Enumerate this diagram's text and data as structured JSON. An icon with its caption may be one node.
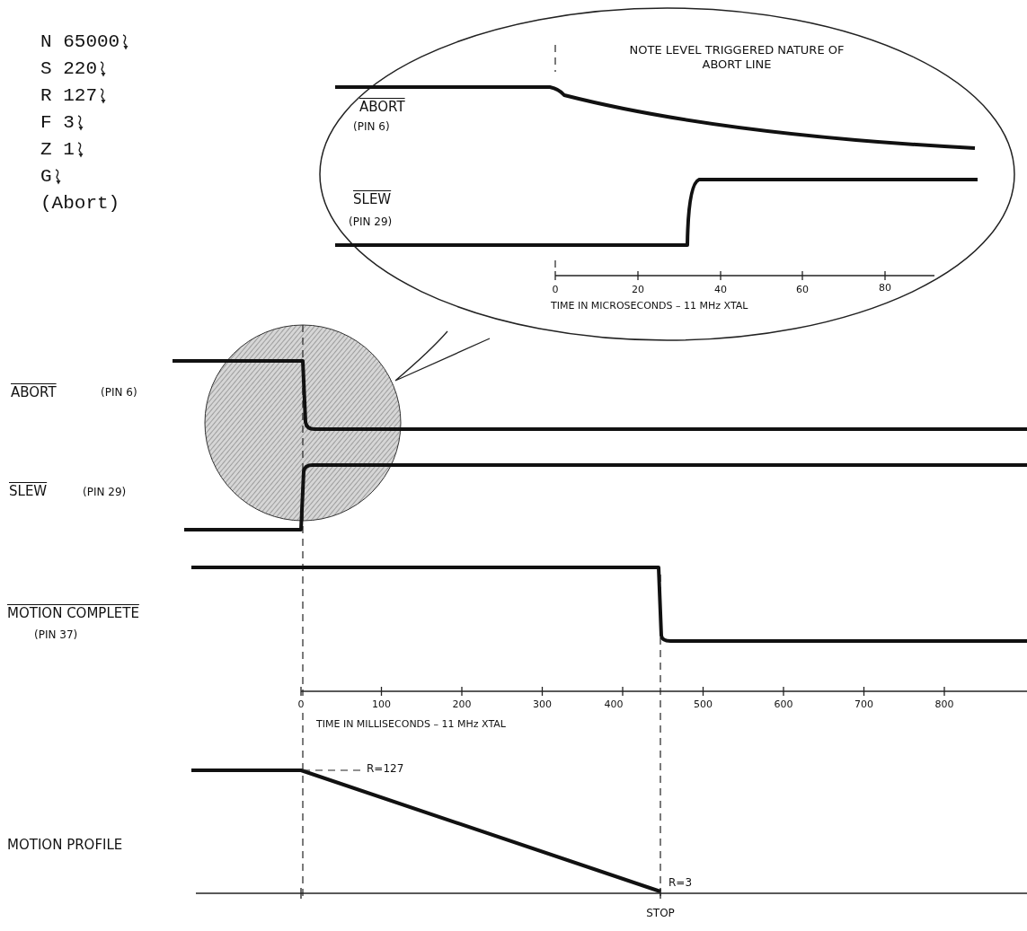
{
  "diagram": {
    "nodes": [
      {
        "text": [
          "NOTE LEVEL TRIGGERED NATURE OF ABORT LINE",
          "ABORT",
          "(PIN 6)",
          "SLEW",
          "(PIN 29)",
          "0",
          "20",
          "40",
          "60",
          "80",
          "TIME IN MICROSECONDS – 11 MHz XTAL"
        ]
      },
      {
        "text": [],
        "shape": "circle"
      }
    ],
    "labels": [
      "N 65000",
      "S 220",
      "R 127",
      "F 3",
      "Z 1",
      "G",
      "(Abort)",
      "ABORT",
      "(PIN 6)",
      "SLEW",
      "(PIN 29)",
      "MOTION COMPLETE",
      "(PIN 37)",
      "0",
      "100",
      "200",
      "300",
      "400",
      "500",
      "600",
      "700",
      "800",
      "TIME IN MILLISECONDS – 11 MHz XTAL",
      "R=127",
      "MOTION PROFILE",
      "R=3",
      "STOP"
    ]
  }
}
